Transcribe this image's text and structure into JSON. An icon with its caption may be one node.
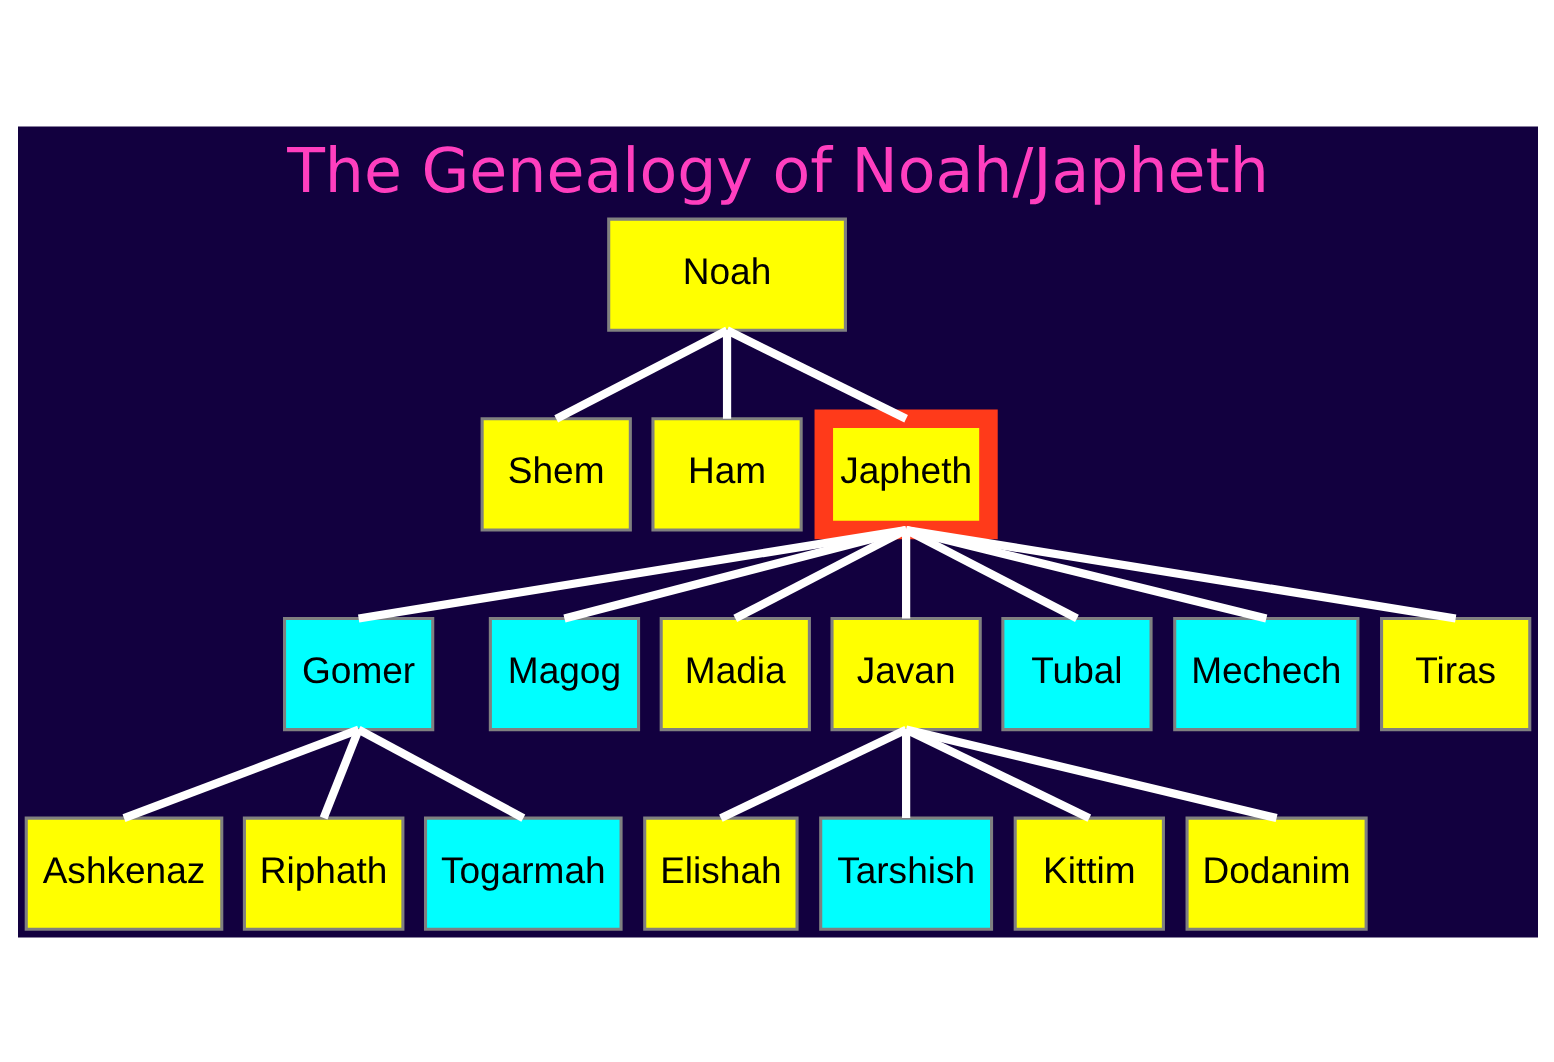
{
  "diagram": {
    "title": "The Genealogy of Noah/Japheth",
    "nodes": [
      {
        "text": [
          "Noah"
        ]
      },
      {
        "text": [
          "Shem"
        ]
      },
      {
        "text": [
          "Ham"
        ]
      },
      {
        "text": [
          "Japheth"
        ]
      },
      {
        "text": [
          "Gomer"
        ]
      },
      {
        "text": [
          "Magog"
        ]
      },
      {
        "text": [
          "Madia"
        ]
      },
      {
        "text": [
          "Javan"
        ]
      },
      {
        "text": [
          "Tubal"
        ]
      },
      {
        "text": [
          "Mechech"
        ]
      },
      {
        "text": [
          "Tiras"
        ]
      },
      {
        "text": [
          "Ashkenaz"
        ]
      },
      {
        "text": [
          "Riphath"
        ]
      },
      {
        "text": [
          "Togarmah"
        ]
      },
      {
        "text": [
          "Elishah"
        ]
      },
      {
        "text": [
          "Tarshish"
        ]
      },
      {
        "text": [
          "Kittim"
        ]
      },
      {
        "text": [
          "Dodanim"
        ]
      }
    ],
    "edges": [
      {
        "from": 0,
        "to": 1,
        "arrow": "none"
      },
      {
        "from": 0,
        "to": 2,
        "arrow": "none"
      },
      {
        "from": 0,
        "to": 3,
        "arrow": "none"
      },
      {
        "from": 3,
        "to": 4,
        "arrow": "none"
      },
      {
        "from": 3,
        "to": 5,
        "arrow": "none"
      },
      {
        "from": 3,
        "to": 6,
        "arrow": "none"
      },
      {
        "from": 3,
        "to": 7,
        "arrow": "none"
      },
      {
        "from": 3,
        "to": 8,
        "arrow": "none"
      },
      {
        "from": 3,
        "to": 9,
        "arrow": "none"
      },
      {
        "from": 3,
        "to": 10,
        "arrow": "none"
      },
      {
        "from": 4,
        "to": 11,
        "arrow": "none"
      },
      {
        "from": 4,
        "to": 12,
        "arrow": "none"
      },
      {
        "from": 4,
        "to": 13,
        "arrow": "none"
      },
      {
        "from": 7,
        "to": 14,
        "arrow": "none"
      },
      {
        "from": 7,
        "to": 15,
        "arrow": "none"
      },
      {
        "from": 7,
        "to": 16,
        "arrow": "none"
      },
      {
        "from": 7,
        "to": 17,
        "arrow": "none"
      }
    ]
  }
}
